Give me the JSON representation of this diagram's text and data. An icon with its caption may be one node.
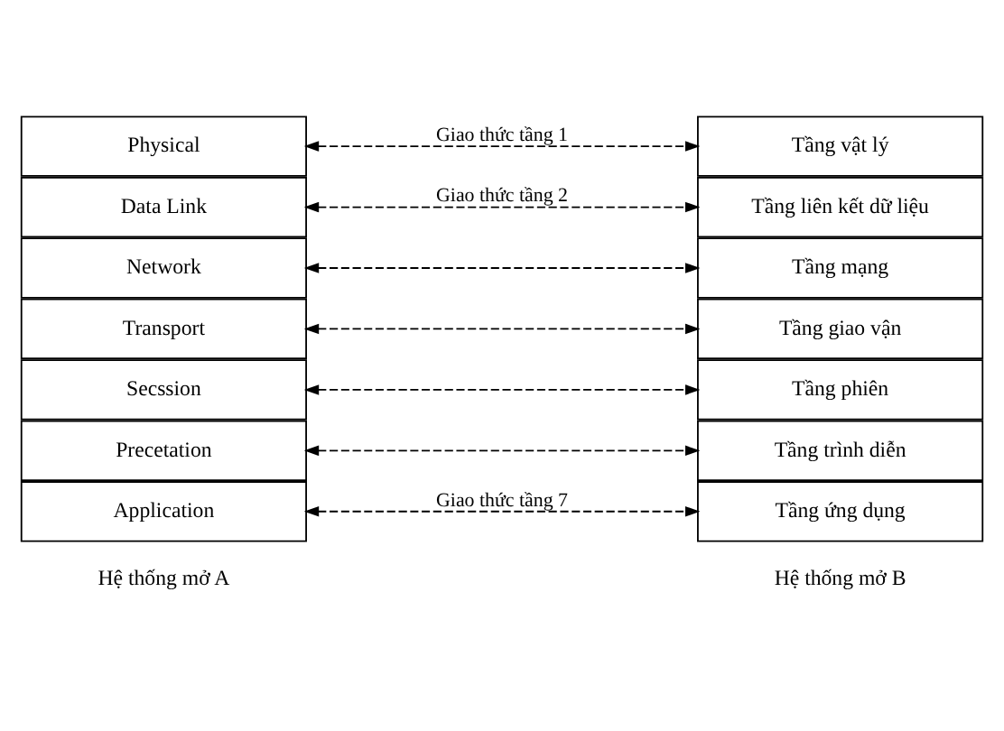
{
  "diagram": {
    "nodes": [
      {
        "text": [
          "Application"
        ]
      },
      {
        "text": [
          "Tầng ứng dụng"
        ]
      },
      {
        "text": [
          "Precetation"
        ]
      },
      {
        "text": [
          "Tầng trình diễn"
        ]
      },
      {
        "text": [
          "Secssion"
        ]
      },
      {
        "text": [
          "Tầng phiên"
        ]
      },
      {
        "text": [
          "Transport"
        ]
      },
      {
        "text": [
          "Tầng giao vận"
        ]
      },
      {
        "text": [
          "Network"
        ]
      },
      {
        "text": [
          "Tầng mạng"
        ]
      },
      {
        "text": [
          "Data Link"
        ]
      },
      {
        "text": [
          "Tầng liên kết dữ liệu"
        ]
      },
      {
        "text": [
          "Physical"
        ]
      },
      {
        "text": [
          "Tầng vật lý"
        ]
      }
    ],
    "edges": [
      {
        "from": 0,
        "to": 1,
        "arrow": "both",
        "style": "dashed",
        "label": "Giao thức tầng 7"
      },
      {
        "from": 2,
        "to": 3,
        "arrow": "both",
        "style": "dashed"
      },
      {
        "from": 4,
        "to": 5,
        "arrow": "both",
        "style": "dashed"
      },
      {
        "from": 6,
        "to": 7,
        "arrow": "both",
        "style": "dashed"
      },
      {
        "from": 8,
        "to": 9,
        "arrow": "both",
        "style": "dashed"
      },
      {
        "from": 10,
        "to": 11,
        "arrow": "both",
        "style": "dashed",
        "label": "Giao thức tầng 2"
      },
      {
        "from": 12,
        "to": 13,
        "arrow": "both",
        "style": "dashed",
        "label": "Giao thức tầng 1"
      }
    ],
    "labels": [
      "Hệ thống mở A",
      "Hệ thống mở B"
    ]
  }
}
